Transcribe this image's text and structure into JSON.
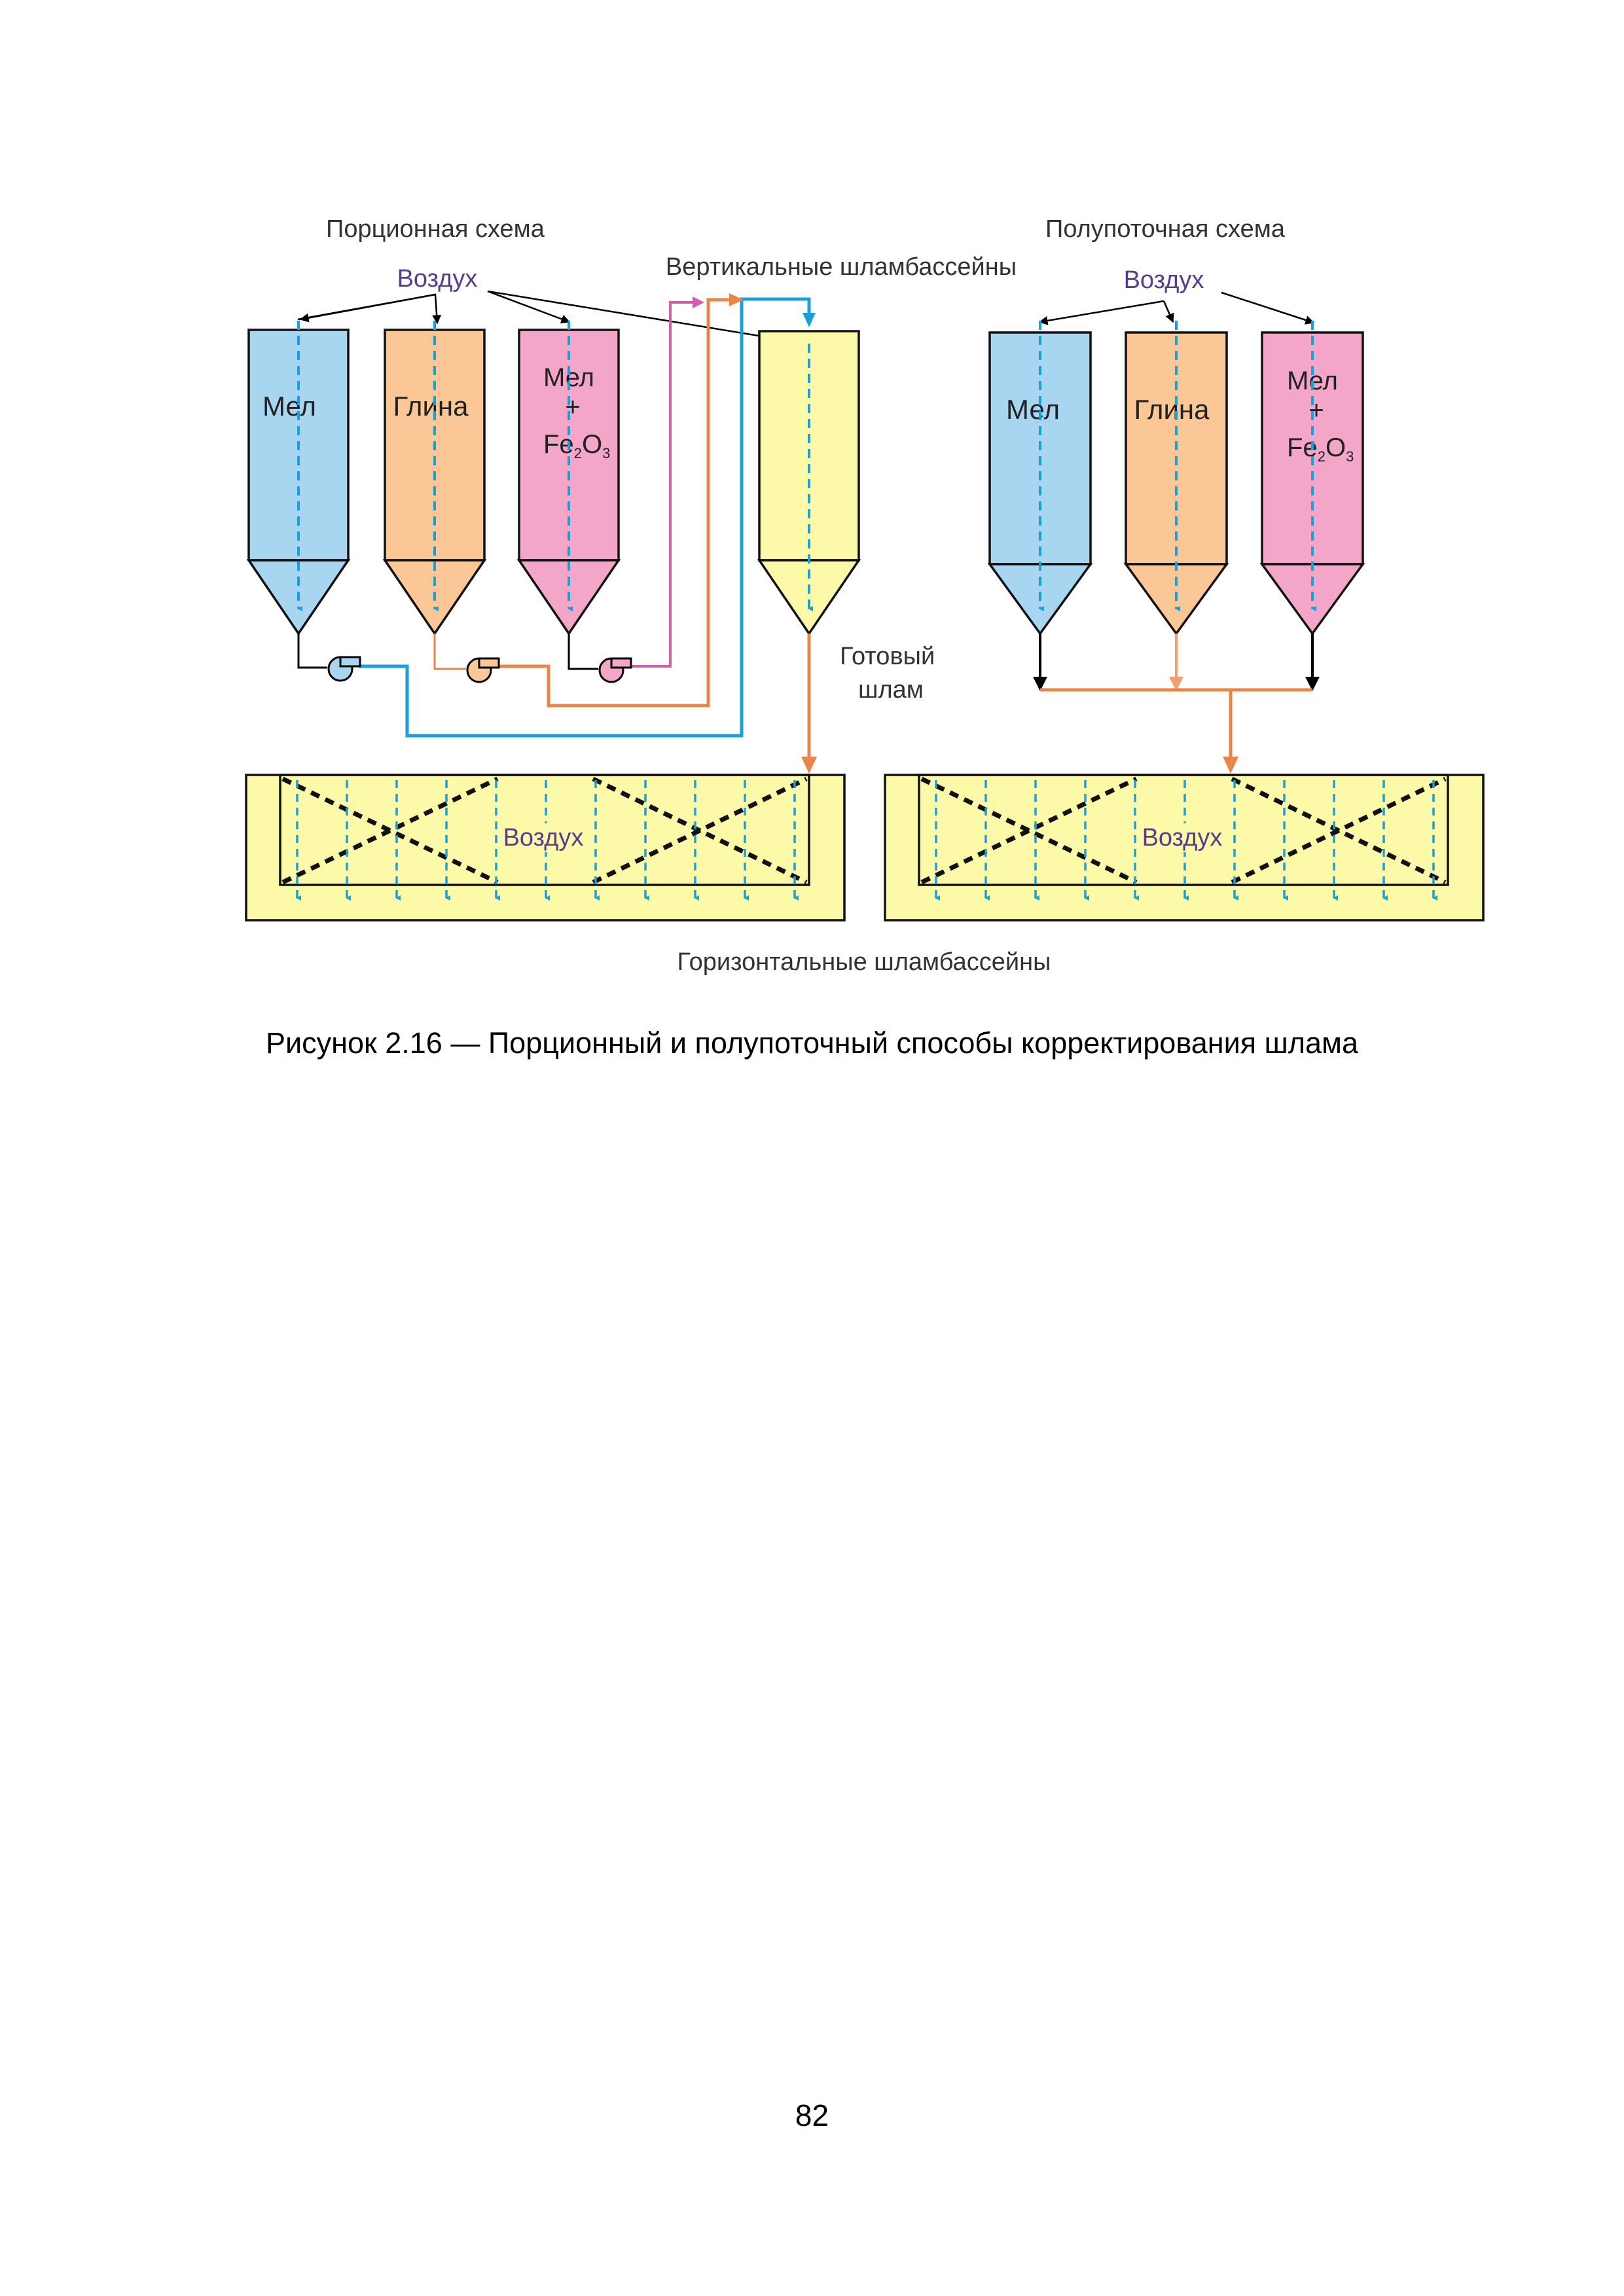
{
  "figure": {
    "left_title": "Порционная схема",
    "right_title": "Полупоточная схема",
    "air_label": "Воздух",
    "vertical_label": "Вертикальные шламбассейны",
    "ready_line1": "Готовый",
    "ready_line2": "шлам",
    "horizontal_label": "Горизонтальные шламбассейны",
    "silo_chalk": "Мел",
    "silo_clay": "Глина",
    "silo_mix_line1": "Мел",
    "silo_mix_plus": "+",
    "silo_mix_fe": "Fe",
    "silo_mix_sub2": "2",
    "silo_mix_o": "O",
    "silo_mix_sub3": "3",
    "basin_air": "Воздух"
  },
  "colors": {
    "blue_silo": "#a8d6f0",
    "orange_silo": "#fbc796",
    "pink_silo": "#f4a6c8",
    "yellow": "#fcf9a8",
    "blue_line": "#1aa0d8",
    "orange_line": "#e8864a",
    "pink_line": "#d060a8",
    "purple_text": "#5a3c8c"
  },
  "caption": "Рисунок 2.16 — Порционный и полупоточный способы корректирования шлама",
  "page_number": "82"
}
